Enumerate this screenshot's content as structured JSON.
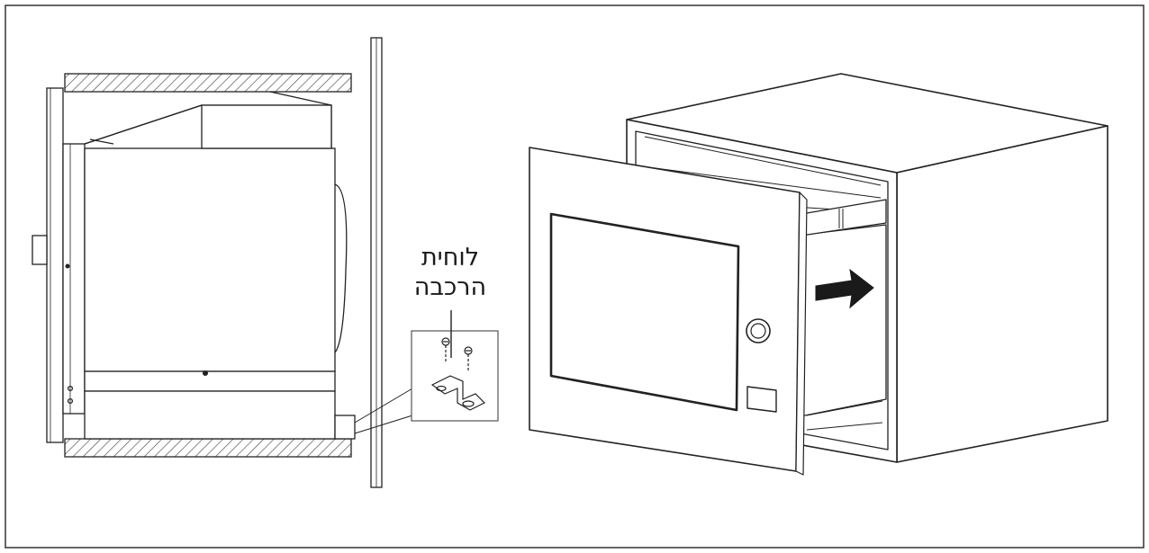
{
  "callout": {
    "line1": "לוחית",
    "line2": "הרכבה"
  },
  "arrow_direction": "right",
  "colors": {
    "stroke": "#222222",
    "hatch": "#555555",
    "background": "#ffffff"
  }
}
